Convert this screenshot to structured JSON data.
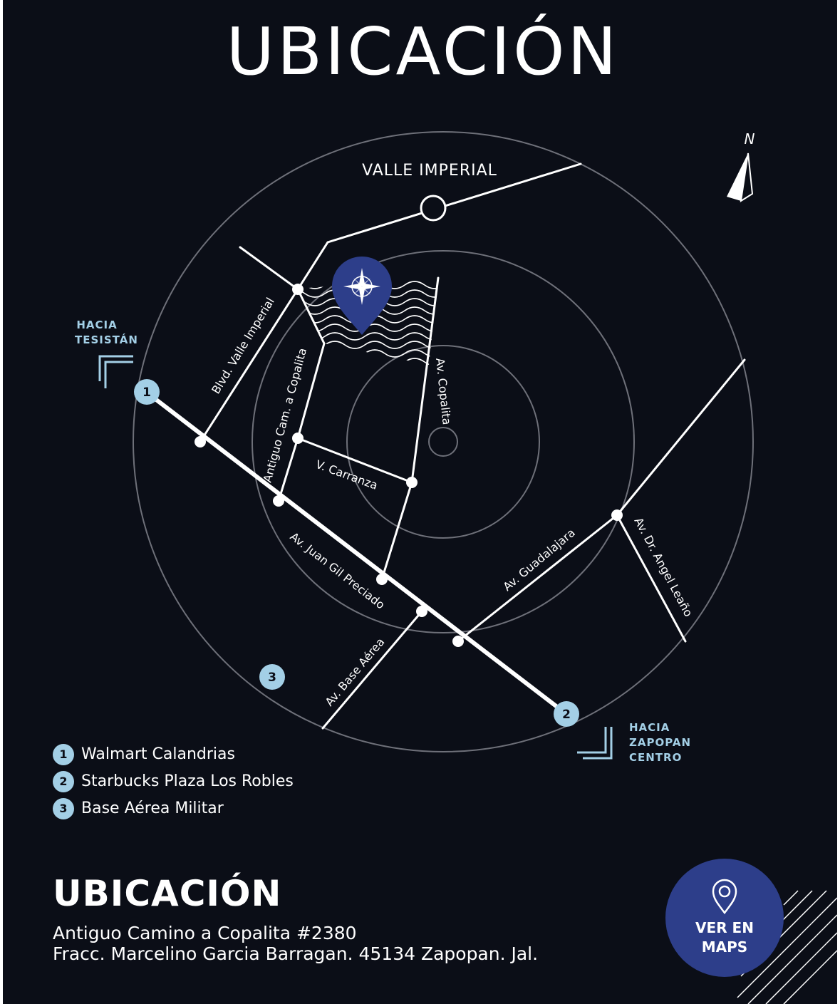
{
  "header": {
    "title": "UBICACIÓN"
  },
  "map": {
    "neighborhood_label": "VALLE IMPERIAL",
    "north_label": "N",
    "streets": {
      "blvd_valle_imperial": "Blvd. Valle Imperial",
      "antiguo_cam_copalita": "Antiguo Cam. a Copalita",
      "av_copalita": "Av. Copalita",
      "v_carranza": "V. Carranza",
      "av_juan_gil_preciado": "Av. Juan Gil Preciado",
      "av_guadalajara": "Av. Guadalajara",
      "av_dr_angel_leano": "Av. Dr. Angel Leaño",
      "av_base_aerea": "Av. Base Aérea"
    },
    "markers": [
      "1",
      "2",
      "3"
    ],
    "directions": {
      "tesistan": [
        "HACIA",
        "TESISTÁN"
      ],
      "zapopan": [
        "HACIA",
        "ZAPOPAN",
        "CENTRO"
      ]
    }
  },
  "legend": {
    "items": [
      {
        "num": "1",
        "label": "Walmart Calandrias"
      },
      {
        "num": "2",
        "label": "Starbucks Plaza Los Robles"
      },
      {
        "num": "3",
        "label": "Base Aérea Militar"
      }
    ]
  },
  "address": {
    "title": "UBICACIÓN",
    "line1": "Antiguo Camino a Copalita #2380",
    "line2": "Fracc. Marcelino Garcia Barragan. 45134 Zapopan. Jal."
  },
  "maps_button": {
    "line1": "VER EN",
    "line2": "MAPS"
  },
  "colors": {
    "background": "#0b0e17",
    "accent_light_blue": "#a3cfe6",
    "pin_blue": "#2d3e8a",
    "ring_gray": "#6e7079",
    "street_white": "#ffffff"
  }
}
